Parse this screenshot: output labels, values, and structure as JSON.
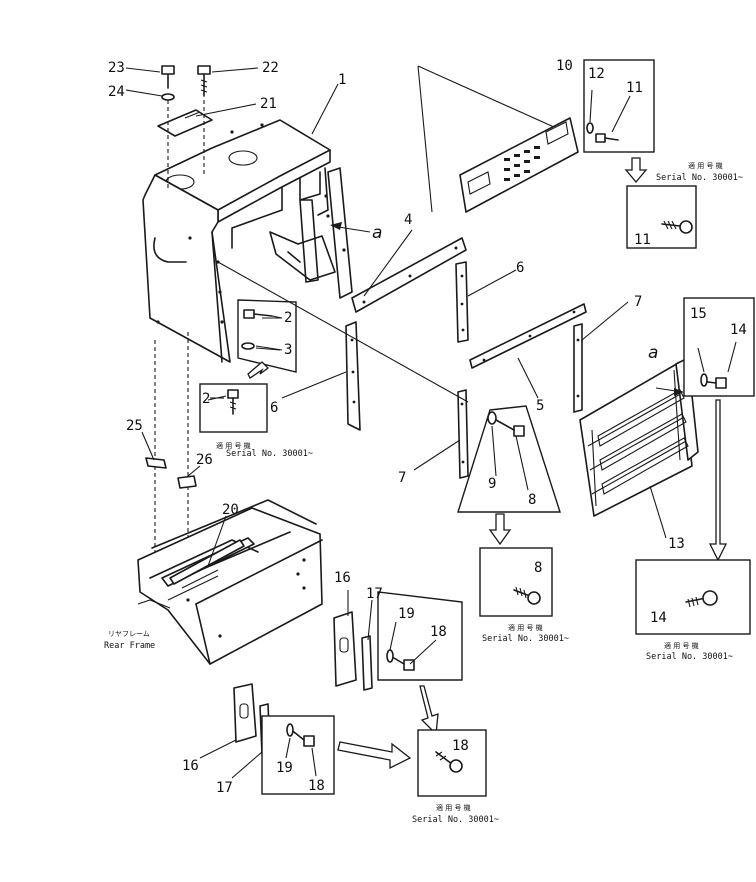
{
  "callouts": {
    "n1": "1",
    "n2a": "2",
    "n2b": "2",
    "n3": "3",
    "n4": "4",
    "n5": "5",
    "n6a": "6",
    "n6b": "6",
    "n7a": "7",
    "n7b": "7",
    "n8a": "8",
    "n8b": "8",
    "n9": "9",
    "n10": "10",
    "n11a": "11",
    "n11b": "11",
    "n12": "12",
    "n13": "13",
    "n14a": "14",
    "n14b": "14",
    "n15": "15",
    "n16a": "16",
    "n16b": "16",
    "n17a": "17",
    "n17b": "17",
    "n18a": "18",
    "n18b": "18",
    "n18c": "18",
    "n19a": "19",
    "n19b": "19",
    "n20": "20",
    "n21": "21",
    "n22": "22",
    "n23": "23",
    "n24": "24",
    "n25": "25",
    "n26": "26"
  },
  "view_marks": {
    "a1": "a",
    "a2": "a"
  },
  "serial_notes": {
    "jp_label": "適 用 号 機",
    "serial": "Serial No. 30001~"
  },
  "rear_frame": {
    "jp": "リヤフレーム",
    "en": "Rear Frame"
  }
}
